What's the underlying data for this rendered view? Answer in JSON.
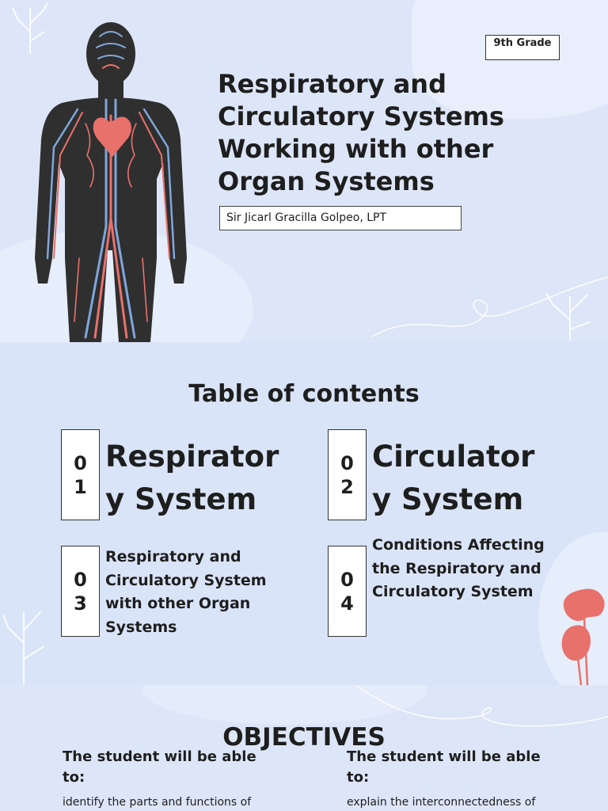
{
  "slide1": {
    "grade_badge": "9th Grade",
    "title": "Respiratory and Circulatory Systems Working with other Organ Systems",
    "author": "Sir Jicarl Gracilla Golpeo, LPT"
  },
  "slide2": {
    "heading": "Table of contents",
    "items": [
      {
        "number": "01",
        "label": "Respiratory System"
      },
      {
        "number": "02",
        "label": "Circulatory System"
      },
      {
        "number": "03",
        "label": "Respiratory and Circulatory System with other Organ Systems"
      },
      {
        "number": "04",
        "label": "Conditions Affecting the Respiratory and Circulatory System"
      }
    ]
  },
  "slide3": {
    "heading": "OBJECTIVES",
    "columns": [
      {
        "head": "The student will be able to:",
        "text": "identify the parts and functions of"
      },
      {
        "head": "The student will be able to:",
        "text": "explain the interconnectedness of"
      }
    ]
  },
  "colors": {
    "slide_bg": "#dde6f8",
    "body": "#2f2f2f",
    "artery": "#e8716c",
    "vein": "#7fa6dd"
  }
}
